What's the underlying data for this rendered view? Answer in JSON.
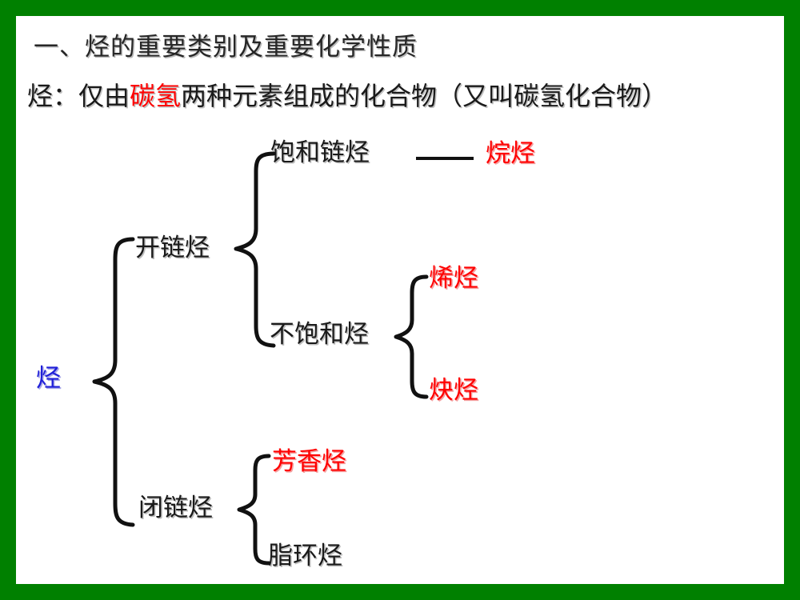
{
  "slide": {
    "border_color": "#008000",
    "background_color": "#ffffff",
    "title": "一、烃的重要类别及重要化学性质",
    "definition": {
      "prefix": "烃：仅由",
      "highlight": "碳氢",
      "suffix": "两种元素组成的化合物（又叫碳氢化合物）",
      "highlight_color": "#ff0000"
    }
  },
  "diagram": {
    "type": "classification-tree",
    "root": {
      "label": "烃",
      "color": "#2020d8"
    },
    "nodes": {
      "open_chain": "开链烃",
      "saturated_chain": "饱和链烃",
      "alkane": "烷烃",
      "dash": "——",
      "unsaturated": "不饱和烃",
      "alkene": "烯烃",
      "alkyne": "炔烃",
      "closed_chain": "闭链烃",
      "aromatic": "芳香烃",
      "alicyclic": "脂环烃"
    },
    "colors": {
      "black": "#1a1a1a",
      "red": "#ff0000",
      "blue": "#2020d8"
    }
  }
}
